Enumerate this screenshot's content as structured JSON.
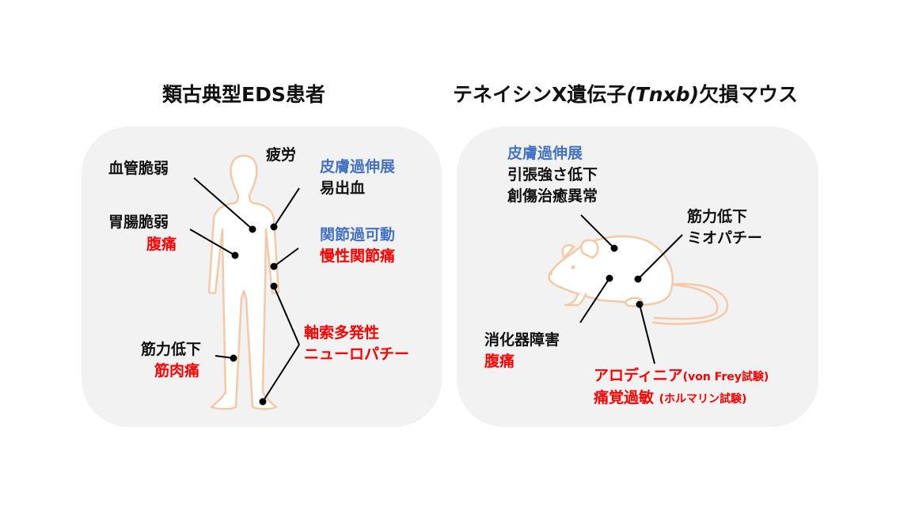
{
  "left": {
    "title": "類古典型EDS患者",
    "labels": {
      "vascular": "血管脆弱",
      "fatigue": "疲労",
      "skin_hyperextensibility": "皮膚過伸展",
      "easy_bleeding": "易出血",
      "gi_fragility": "胃腸脆弱",
      "abdominal_pain": "腹痛",
      "joint_hypermobility": "関節過可動",
      "chronic_joint_pain": "慢性関節痛",
      "axonal_polyneuropathy_1": "軸索多発性",
      "axonal_polyneuropathy_2": "ニューロパチー",
      "muscle_weakness": "筋力低下",
      "muscle_pain": "筋肉痛"
    }
  },
  "right": {
    "title_prefix": "テネイシンX遺伝子",
    "title_gene": "(Tnxb)",
    "title_suffix": "欠損マウス",
    "labels": {
      "skin_hyperextensibility": "皮膚過伸展",
      "tensile_strength": "引張強さ低下",
      "wound_healing": "創傷治癒異常",
      "muscle_weakness": "筋力低下",
      "myopathy": "ミオパチー",
      "gi_disorder": "消化器障害",
      "abdominal_pain": "腹痛",
      "allodynia": "アロディニア",
      "allodynia_test": "(von Frey試験)",
      "hyperalgesia": "痛覚過敏",
      "hyperalgesia_test": "(ホルマリン試験)"
    }
  },
  "colors": {
    "black": "#111111",
    "blue": "#4472c4",
    "red": "#ff0000",
    "outline": "#f4c9a8",
    "panel": "#f2f2f2"
  }
}
